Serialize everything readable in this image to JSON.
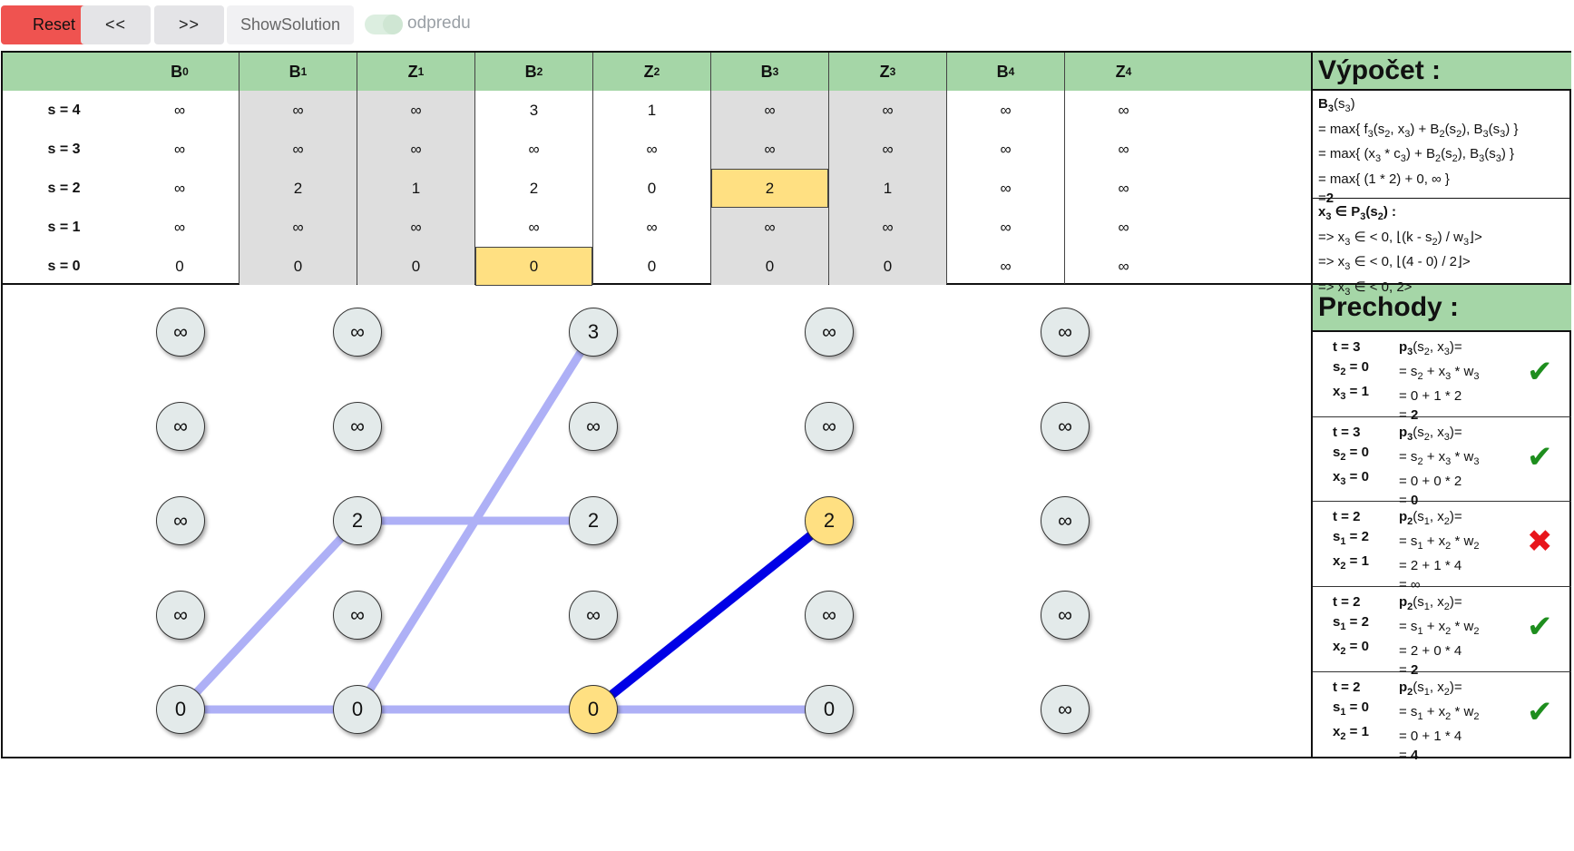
{
  "toolbar": {
    "reset_label": "Reset",
    "prev_label": "<<",
    "next_label": ">>",
    "solution_label": "ShowSolution",
    "direction_label": "odpredu"
  },
  "table": {
    "row_labels": [
      "s = 4",
      "s = 3",
      "s = 2",
      "s = 1",
      "s = 0"
    ],
    "columns": [
      {
        "base": "B",
        "sub": "0",
        "values": [
          "∞",
          "∞",
          "∞",
          "∞",
          "0"
        ]
      },
      {
        "base": "B",
        "sub": "1",
        "values": [
          "∞",
          "∞",
          "2",
          "∞",
          "0"
        ]
      },
      {
        "base": "Z",
        "sub": "1",
        "values": [
          "∞",
          "∞",
          "1",
          "∞",
          "0"
        ]
      },
      {
        "base": "B",
        "sub": "2",
        "values": [
          "3",
          "∞",
          "2",
          "∞",
          "0"
        ]
      },
      {
        "base": "Z",
        "sub": "2",
        "values": [
          "1",
          "∞",
          "0",
          "∞",
          "0"
        ]
      },
      {
        "base": "B",
        "sub": "3",
        "values": [
          "∞",
          "∞",
          "2",
          "∞",
          "0"
        ]
      },
      {
        "base": "Z",
        "sub": "3",
        "values": [
          "∞",
          "∞",
          "1",
          "∞",
          "0"
        ]
      },
      {
        "base": "B",
        "sub": "4",
        "values": [
          "∞",
          "∞",
          "∞",
          "∞",
          "∞"
        ]
      },
      {
        "base": "Z",
        "sub": "4",
        "values": [
          "∞",
          "∞",
          "∞",
          "∞",
          "∞"
        ]
      }
    ]
  },
  "calc": {
    "title": "Výpočet :",
    "prechody_title": "Prechody :"
  },
  "graph": {
    "stages": [
      [
        "∞",
        "∞",
        "∞",
        "∞",
        "0"
      ],
      [
        "∞",
        "∞",
        "2",
        "∞",
        "0"
      ],
      [
        "3",
        "∞",
        "2",
        "∞",
        "0"
      ],
      [
        "∞",
        "∞",
        "2",
        "∞",
        "0"
      ],
      [
        "∞",
        "∞",
        "∞",
        "∞",
        "∞"
      ]
    ]
  },
  "colors": {
    "header_green": "#a5d6a7",
    "highlight": "#ffe082",
    "edge_light": "#aeb0f6",
    "edge_active": "#0000e6",
    "ok": "#1e8e1e",
    "bad": "#e8151b"
  }
}
